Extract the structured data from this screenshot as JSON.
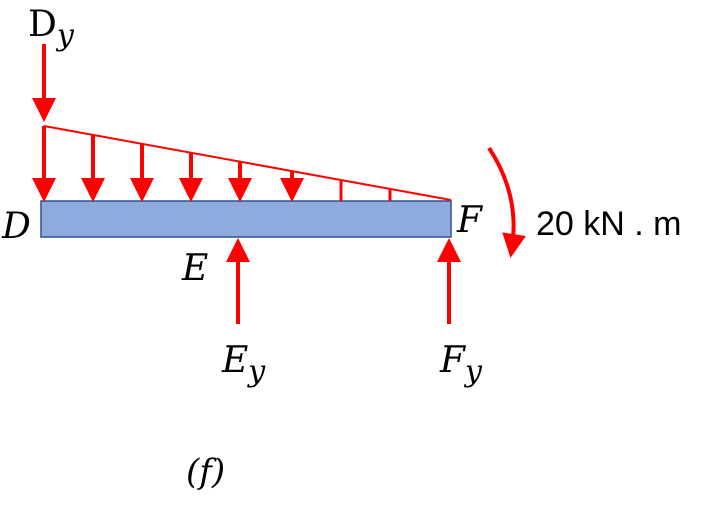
{
  "labels": {
    "dy_main": "D",
    "dy_sub": "y",
    "d": "D",
    "e": "E",
    "f": "F",
    "ey_main": "E",
    "ey_sub": "y",
    "fy_main": "F",
    "fy_sub": "y",
    "moment": "20 kN . m",
    "caption": "(f)"
  },
  "colors": {
    "load": "#ff0000",
    "beam_fill": "#8faadc",
    "beam_stroke": "#2f528f",
    "text": "#000000"
  }
}
